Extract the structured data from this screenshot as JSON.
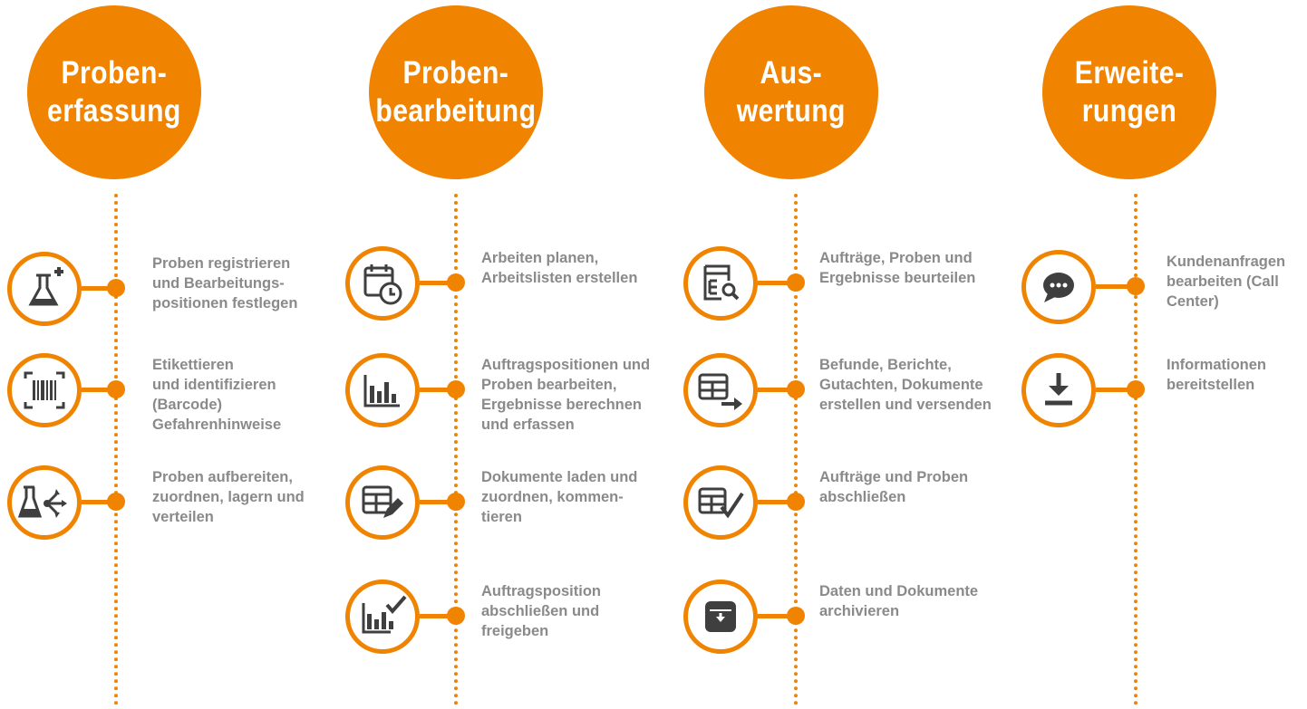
{
  "colors": {
    "accent": "#f08300",
    "icon": "#3f3f3f",
    "text": "#8a8a8a",
    "background": "#ffffff"
  },
  "columns": [
    {
      "title": "Proben-\nerfassung",
      "items": [
        {
          "icon": "flask-plus-icon",
          "label": "Proben registrieren\nund Bearbeitungs-\npositionen festlegen"
        },
        {
          "icon": "barcode-icon",
          "label": "Etikettieren\nund identifizieren\n(Barcode)\nGefahrenhinweise"
        },
        {
          "icon": "flask-distribute-icon",
          "label": "Proben aufbereiten,\nzuordnen, lagern und\nverteilen"
        }
      ]
    },
    {
      "title": "Proben-\nbearbeitung",
      "items": [
        {
          "icon": "calendar-clock-icon",
          "label": "Arbeiten planen,\nArbeitslisten erstellen"
        },
        {
          "icon": "bar-chart-icon",
          "label": "Auftragspositionen und\nProben bearbeiten,\nErgebnisse berechnen\nund erfassen"
        },
        {
          "icon": "table-edit-icon",
          "label": "Dokumente laden und\nzuordnen, kommen-\ntieren"
        },
        {
          "icon": "bar-chart-check-icon",
          "label": "Auftragsposition\nabschließen und\nfreigeben"
        }
      ]
    },
    {
      "title": "Aus-\nwertung",
      "items": [
        {
          "icon": "document-search-icon",
          "label": "Aufträge, Proben und\nErgebnisse beurteilen"
        },
        {
          "icon": "table-export-icon",
          "label": "Befunde, Berichte,\nGutachten, Dokumente\nerstellen und versenden"
        },
        {
          "icon": "table-check-icon",
          "label": "Aufträge und Proben\nabschließen"
        },
        {
          "icon": "archive-icon",
          "label": "Daten und Dokumente\narchivieren"
        }
      ]
    },
    {
      "title": "Erweite-\nrungen",
      "items": [
        {
          "icon": "chat-bubble-icon",
          "label": "Kundenanfragen\nbearbeiten (Call\nCenter)"
        },
        {
          "icon": "download-icon",
          "label": "Informationen\nbereitstellen"
        }
      ]
    }
  ]
}
